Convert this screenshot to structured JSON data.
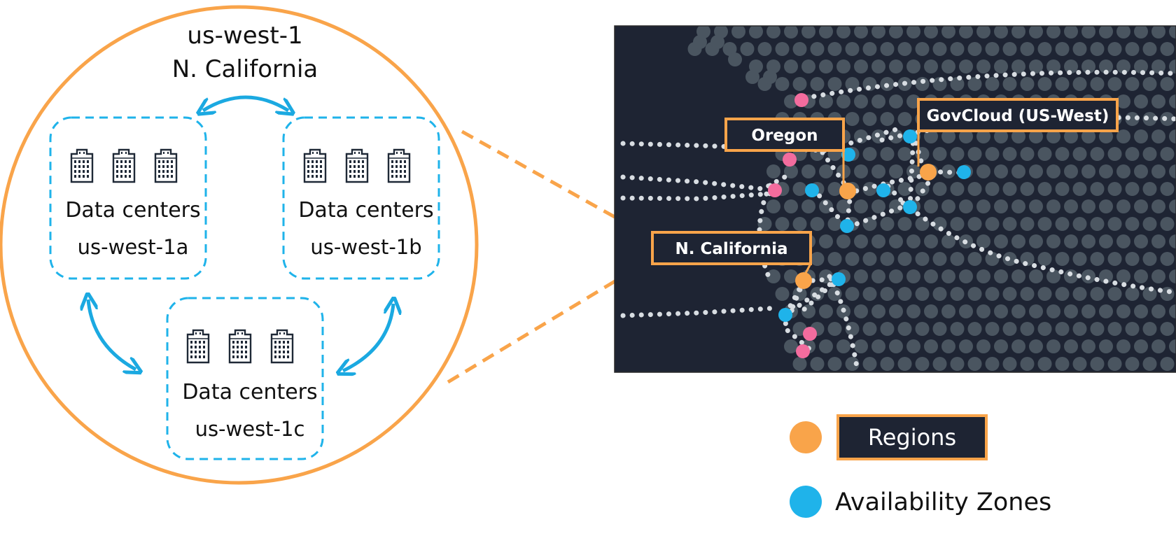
{
  "region_detail": {
    "code": "us-west-1",
    "name": "N. California",
    "zones": [
      {
        "caption": "Data centers",
        "name": "us-west-1a"
      },
      {
        "caption": "Data centers",
        "name": "us-west-1b"
      },
      {
        "caption": "Data centers",
        "name": "us-west-1c"
      }
    ]
  },
  "map": {
    "labels": {
      "oregon": "Oregon",
      "govcloud": "GovCloud (US-West)",
      "n_california": "N. California"
    }
  },
  "legend": {
    "regions": "Regions",
    "availability_zones": "Availability Zones"
  },
  "colors": {
    "region_orange": "#f9a44a",
    "az_blue": "#1fb3ea",
    "pink": "#f36c9e",
    "map_bg": "#1e2433",
    "map_dot": "#4a5560"
  },
  "icons": [
    "building-icon",
    "bidirectional-arrow-icon"
  ]
}
